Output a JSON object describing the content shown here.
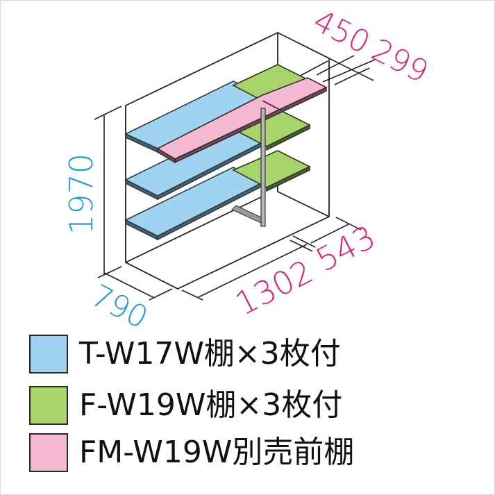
{
  "diagram": {
    "type": "isometric storage shed shelf layout",
    "dimensions": {
      "height": {
        "label": "1970",
        "color": "#1e9bd1"
      },
      "depth": {
        "label": "790",
        "color": "#1e9bd1"
      },
      "width_main": {
        "label": "1302",
        "color": "#d6247a"
      },
      "width_side": {
        "label": "543",
        "color": "#d6247a"
      },
      "depth_main": {
        "label": "450",
        "color": "#d6247a"
      },
      "depth_side": {
        "label": "299",
        "color": "#d6247a"
      }
    },
    "colors": {
      "blue_shelf": "#9fd3f0",
      "green_shelf": "#a7d46b",
      "pink_shelf": "#f4b8d2",
      "line": "#222222",
      "post": "#8a8a8a"
    }
  },
  "legend": {
    "items": [
      {
        "label": "T-W17W棚×3枚付",
        "color": "#9fd3f0",
        "name": "blue"
      },
      {
        "label": "F-W19W棚×3枚付",
        "color": "#a7d46b",
        "name": "green"
      },
      {
        "label": "FM-W19W別売前棚",
        "color": "#f4b8d2",
        "name": "pink"
      }
    ]
  }
}
